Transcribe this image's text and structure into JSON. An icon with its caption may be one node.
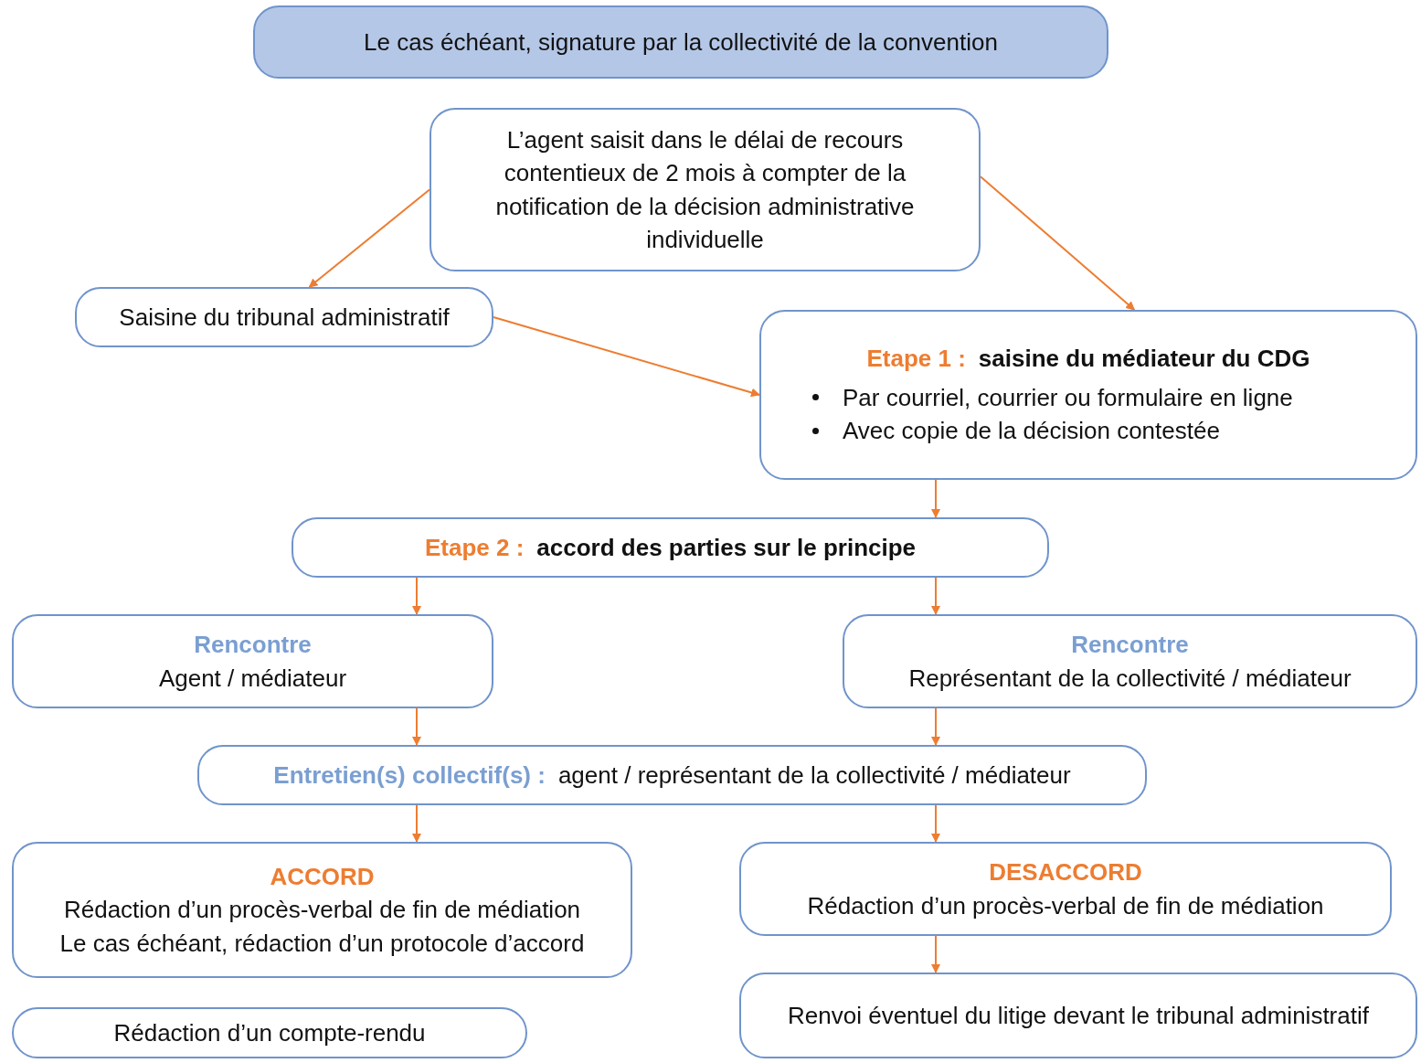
{
  "diagram": {
    "nodes": [
      {
        "text": [
          "Le cas échéant, signature par la collectivité de la convention"
        ]
      },
      {
        "text": [
          "L’agent saisit dans le délai de recours contentieux de 2 mois à compter de la notification de la décision administrative individuelle"
        ]
      },
      {
        "text": [
          "Saisine du tribunal administratif"
        ]
      },
      {
        "text": [
          "Etape 1 :",
          "saisine du médiateur du CDG",
          "Par courriel, courrier ou formulaire en ligne",
          "Avec copie de la décision contestée"
        ]
      },
      {
        "text": [
          "Etape 2 :",
          "accord des parties sur le principe"
        ]
      },
      {
        "text": [
          "Rencontre",
          "Agent / médiateur"
        ]
      },
      {
        "text": [
          "Rencontre",
          "Représentant de la collectivité / médiateur"
        ]
      },
      {
        "text": [
          "Entretien(s) collectif(s) :",
          "agent / représentant de la collectivité / médiateur"
        ]
      },
      {
        "text": [
          "ACCORD",
          "Rédaction d’un procès-verbal de fin de médiation",
          "Le cas échéant, rédaction d’un protocole d’accord"
        ]
      },
      {
        "text": [
          "DESACCORD",
          "Rédaction d’un procès-verbal de fin de médiation"
        ]
      },
      {
        "text": [
          "Rédaction d’un compte-rendu"
        ]
      },
      {
        "text": [
          "Renvoi éventuel du litige devant le tribunal administratif"
        ]
      }
    ],
    "edges": [
      {
        "from": 1,
        "to": 2,
        "arrow": "to"
      },
      {
        "from": 1,
        "to": 3,
        "arrow": "to"
      },
      {
        "from": 2,
        "to": 3,
        "arrow": "to"
      },
      {
        "from": 3,
        "to": 4,
        "arrow": "to"
      },
      {
        "from": 4,
        "to": 5,
        "arrow": "to"
      },
      {
        "from": 4,
        "to": 6,
        "arrow": "to"
      },
      {
        "from": 5,
        "to": 7,
        "arrow": "to"
      },
      {
        "from": 6,
        "to": 7,
        "arrow": "to"
      },
      {
        "from": 7,
        "to": 8,
        "arrow": "to"
      },
      {
        "from": 7,
        "to": 9,
        "arrow": "to"
      },
      {
        "from": 9,
        "to": 11,
        "arrow": "to"
      }
    ]
  }
}
